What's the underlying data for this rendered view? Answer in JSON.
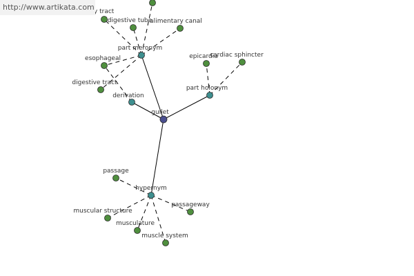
{
  "watermark": "http://www.artikata.com",
  "colors": {
    "root_node": "#4a4f8f",
    "relation_node": "#3e8f8f",
    "leaf_node": "#4f8f3e",
    "edge": "#000000",
    "node_stroke": "#2a2a2a"
  },
  "nodes": [
    {
      "id": "gullet",
      "label": "gullet",
      "kind": "root"
    },
    {
      "id": "part-meronym",
      "label": "part meronym",
      "kind": "relation"
    },
    {
      "id": "derivation",
      "label": "derivation",
      "kind": "relation"
    },
    {
      "id": "part-holonym",
      "label": "part holonym",
      "kind": "relation"
    },
    {
      "id": "hypernym",
      "label": "hypernym",
      "kind": "relation"
    },
    {
      "id": "alimentary-tract",
      "label": "ary tract",
      "kind": "leaf"
    },
    {
      "id": "digestive-tube",
      "label": "digestive tube",
      "kind": "leaf"
    },
    {
      "id": "alimentary-canal",
      "label": "alimentary canal",
      "kind": "leaf"
    },
    {
      "id": "top-node",
      "label": "",
      "kind": "leaf"
    },
    {
      "id": "esophageal",
      "label": "esophageal",
      "kind": "leaf"
    },
    {
      "id": "digestive-tract",
      "label": "digestive tract",
      "kind": "leaf"
    },
    {
      "id": "epicardia",
      "label": "epicardia",
      "kind": "leaf"
    },
    {
      "id": "cardiac-sphincter",
      "label": "cardiac sphincter",
      "kind": "leaf"
    },
    {
      "id": "passage",
      "label": "passage",
      "kind": "leaf"
    },
    {
      "id": "passageway",
      "label": "passageway",
      "kind": "leaf"
    },
    {
      "id": "muscular-structure",
      "label": "muscular structure",
      "kind": "leaf"
    },
    {
      "id": "musculature",
      "label": "musculature",
      "kind": "leaf"
    },
    {
      "id": "muscle-system",
      "label": "muscle system",
      "kind": "leaf"
    }
  ],
  "edges": [
    {
      "from": "gullet",
      "to": "part-meronym",
      "style": "solid"
    },
    {
      "from": "gullet",
      "to": "derivation",
      "style": "solid"
    },
    {
      "from": "gullet",
      "to": "part-holonym",
      "style": "solid"
    },
    {
      "from": "gullet",
      "to": "hypernym",
      "style": "solid"
    },
    {
      "from": "part-meronym",
      "to": "alimentary-tract",
      "style": "dashed"
    },
    {
      "from": "part-meronym",
      "to": "digestive-tube",
      "style": "dashed"
    },
    {
      "from": "part-meronym",
      "to": "alimentary-canal",
      "style": "dashed"
    },
    {
      "from": "part-meronym",
      "to": "top-node",
      "style": "dashed"
    },
    {
      "from": "part-meronym",
      "to": "esophageal",
      "style": "dashed"
    },
    {
      "from": "part-meronym",
      "to": "digestive-tract",
      "style": "dashed"
    },
    {
      "from": "derivation",
      "to": "esophageal",
      "style": "dashed"
    },
    {
      "from": "part-holonym",
      "to": "epicardia",
      "style": "dashed"
    },
    {
      "from": "part-holonym",
      "to": "cardiac-sphincter",
      "style": "dashed"
    },
    {
      "from": "hypernym",
      "to": "passage",
      "style": "dashed"
    },
    {
      "from": "hypernym",
      "to": "passageway",
      "style": "dashed"
    },
    {
      "from": "hypernym",
      "to": "muscular-structure",
      "style": "dashed"
    },
    {
      "from": "hypernym",
      "to": "musculature",
      "style": "dashed"
    },
    {
      "from": "hypernym",
      "to": "muscle-system",
      "style": "dashed"
    }
  ]
}
